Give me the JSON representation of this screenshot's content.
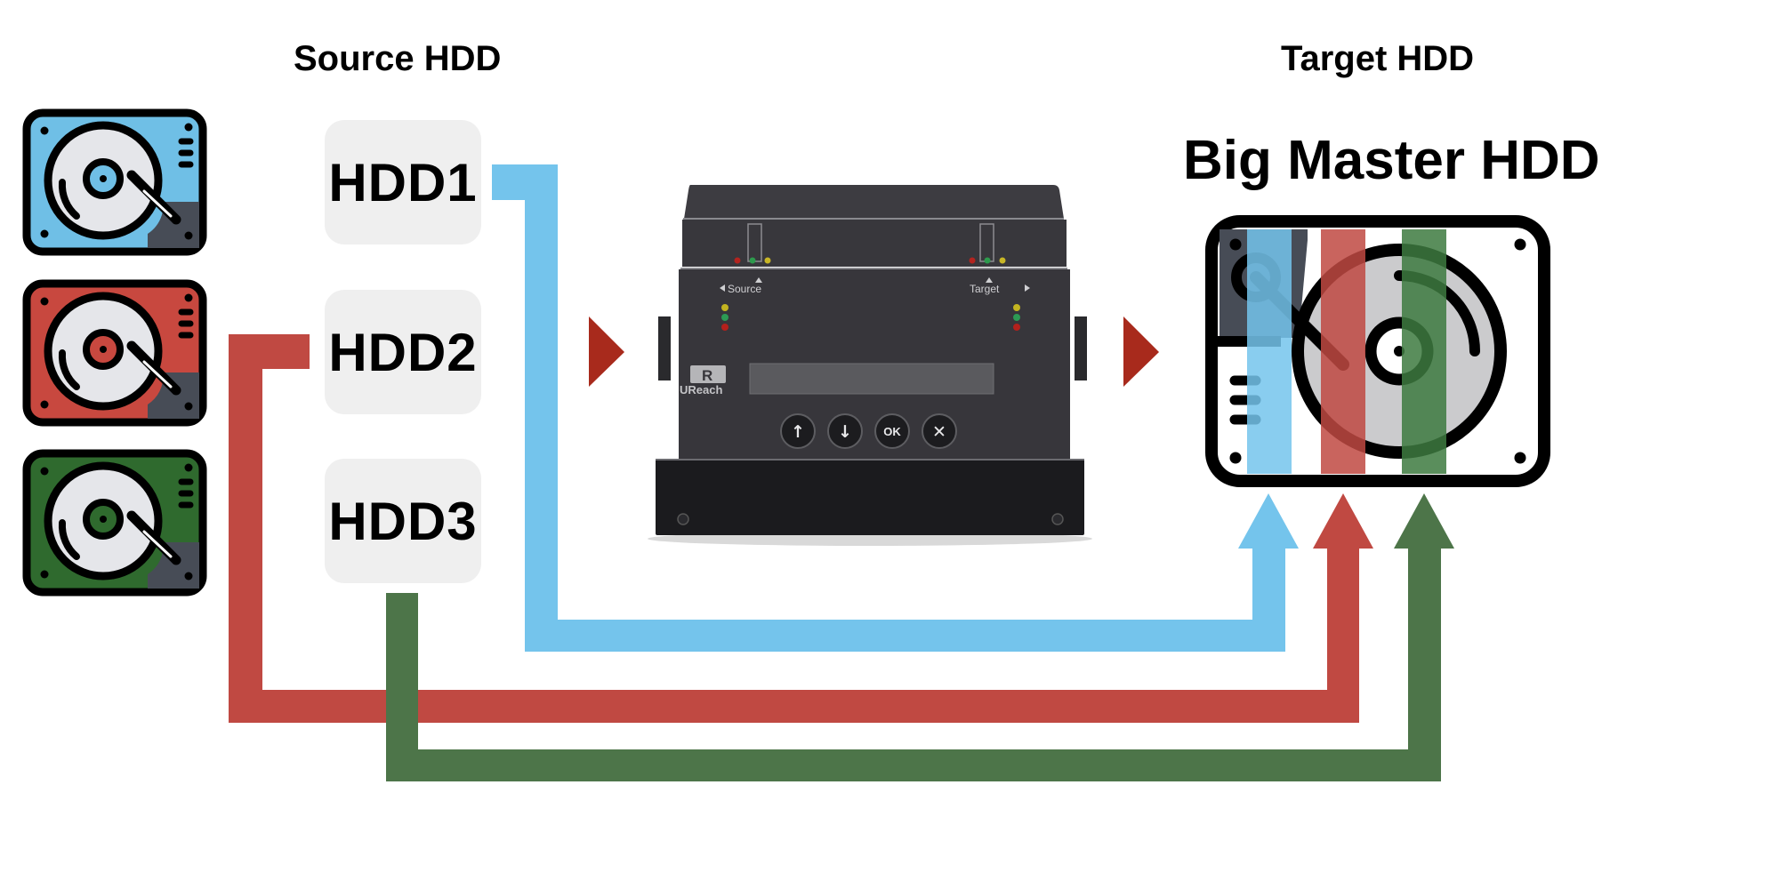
{
  "source_heading": "Source HDD",
  "target_heading": "Target HDD",
  "target_title": "Big Master HDD",
  "sources": [
    {
      "label": "HDD1",
      "color": "#74c4ec",
      "icon_color": "#6fbfe6"
    },
    {
      "label": "HDD2",
      "color": "#c04942",
      "icon_color": "#c8483f"
    },
    {
      "label": "HDD3",
      "color": "#4d7549",
      "icon_color": "#2f6a2e"
    }
  ],
  "flow_arrow_color": "#a82a1c",
  "device": {
    "brand": "UReach",
    "source_label": "Source",
    "target_label": "Target",
    "buttons": [
      "↑",
      "↓",
      "OK",
      "✕"
    ]
  }
}
